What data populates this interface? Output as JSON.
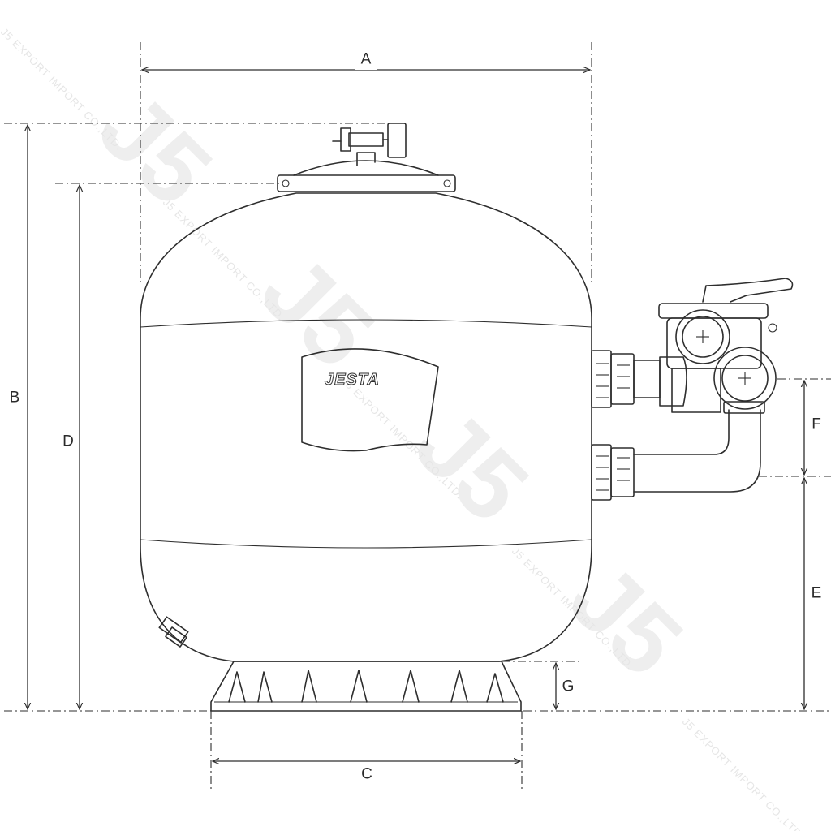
{
  "diagram": {
    "brand_label": "JESTA",
    "watermark": {
      "mark": "J5",
      "text": "J5 EXPORT IMPORT CO.,LTD."
    },
    "dimensions": {
      "A": "A",
      "B": "B",
      "C": "C",
      "D": "D",
      "E": "E",
      "F": "F",
      "G": "G"
    }
  },
  "colors": {
    "line": "#2e2e2e",
    "background": "#ffffff",
    "watermark": "#e8e8e8"
  }
}
